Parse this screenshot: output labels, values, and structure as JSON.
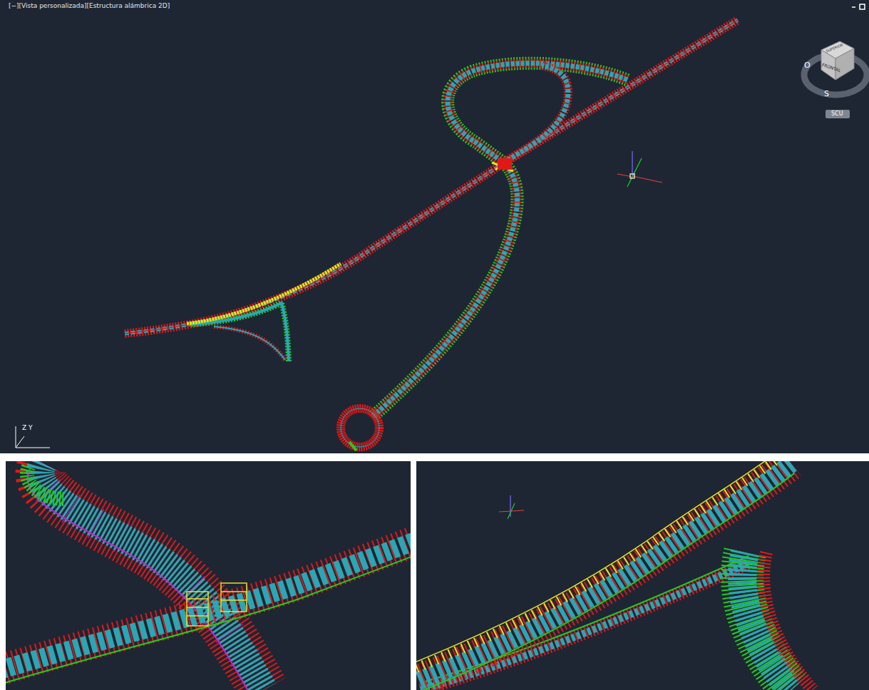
{
  "diagram": {
    "labels": [
      "[−][Vista personalizada][Estructura alámbrica 2D]",
      "SUPERIOR",
      "FRONTAL",
      "O",
      "S",
      "SCU",
      "Z",
      "Y"
    ]
  }
}
